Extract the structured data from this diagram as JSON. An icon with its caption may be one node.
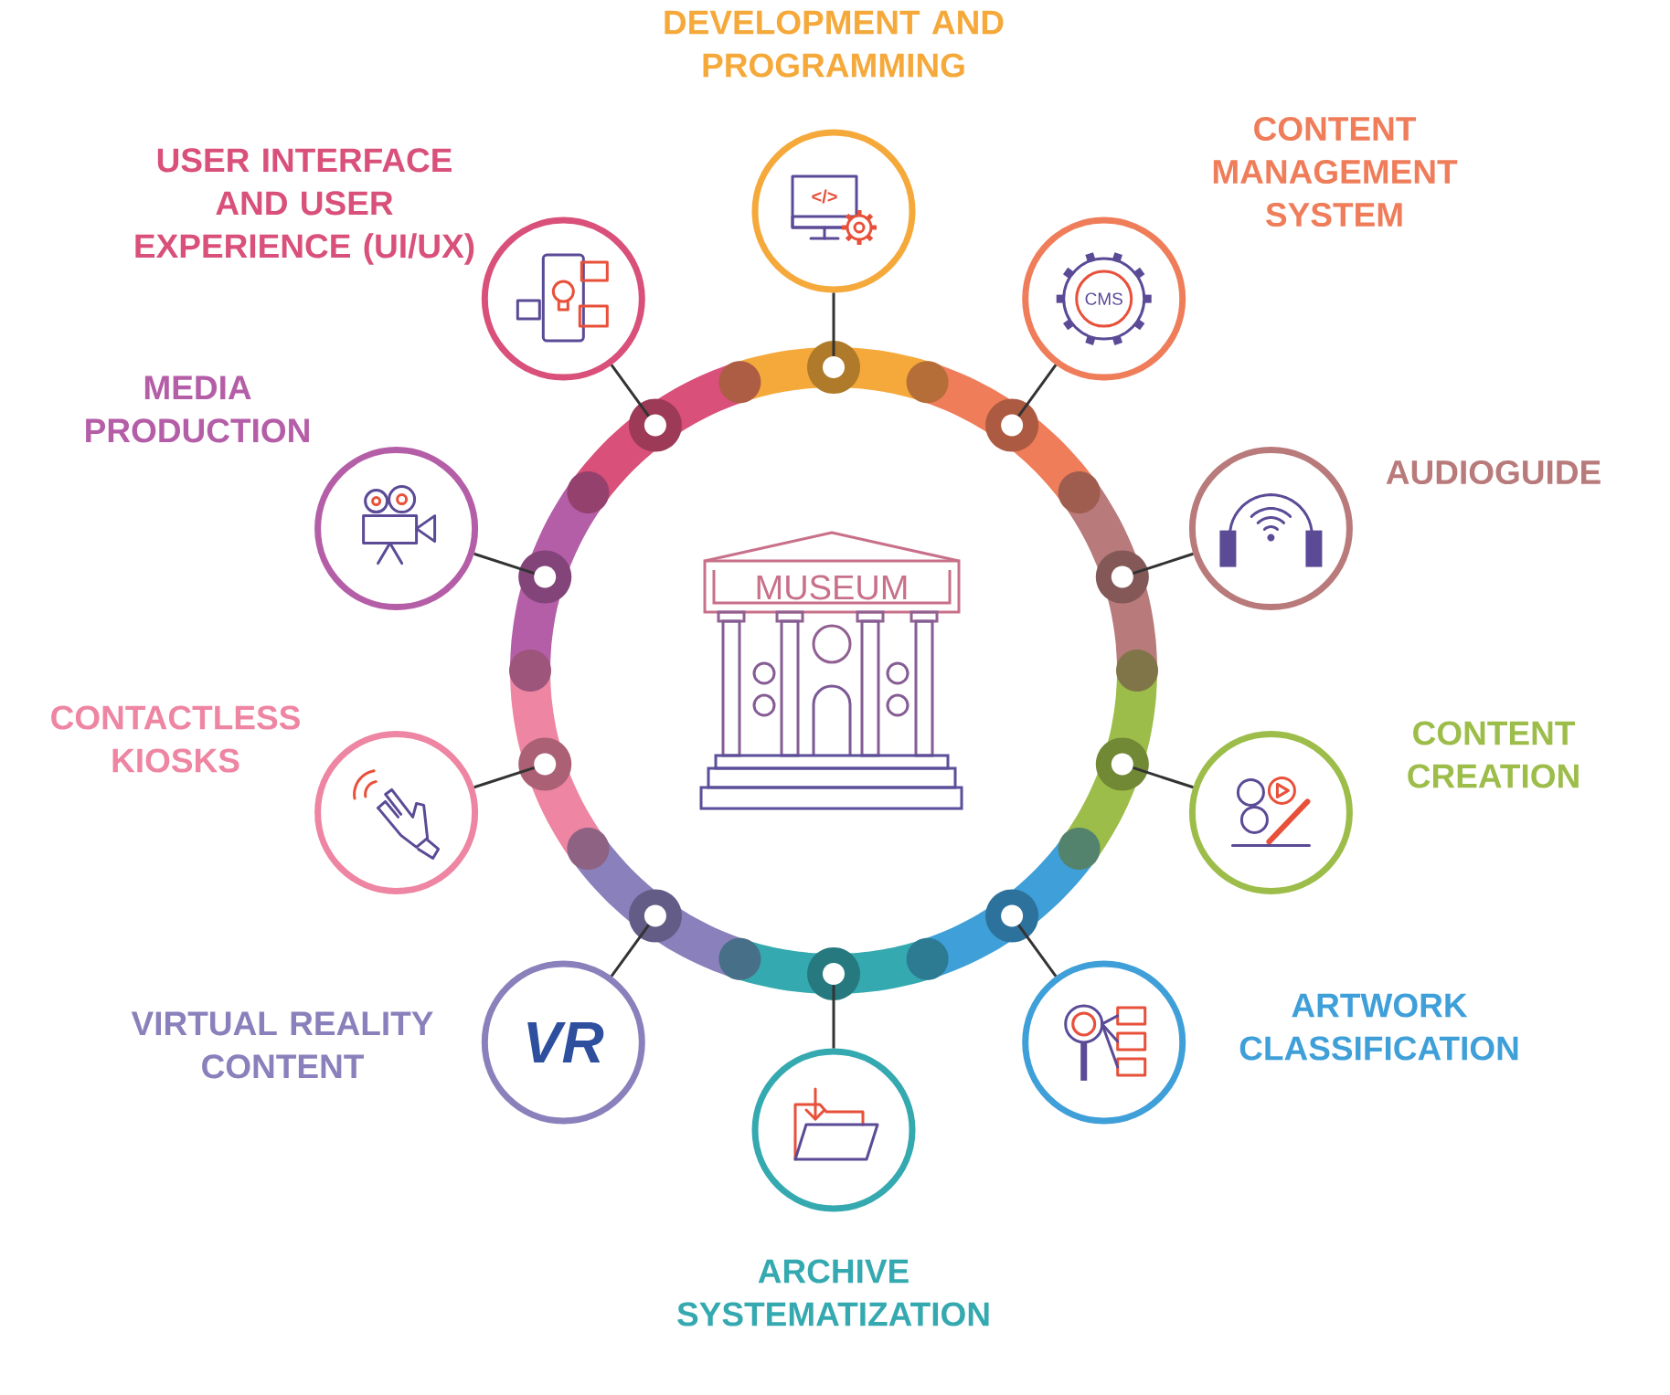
{
  "diagram": {
    "nodes": [
      {
        "text": [
          "MUSEUM"
        ]
      },
      {
        "text": [
          "DEVELOPMENT AND PROGRAMMING",
          "</>"
        ]
      },
      {
        "text": [
          "CONTENT MANAGEMENT SYSTEM",
          "CMS"
        ]
      },
      {
        "text": [
          "AUDIOGUIDE"
        ]
      },
      {
        "text": [
          "CONTENT CREATION"
        ]
      },
      {
        "text": [
          "ARTWORK CLASSIFICATION"
        ]
      },
      {
        "text": [
          "ARCHIVE SYSTEMATIZATION"
        ]
      },
      {
        "text": [
          "VIRTUAL REALITY CONTENT",
          "VR"
        ]
      },
      {
        "text": [
          "CONTACTLESS KIOSKS"
        ]
      },
      {
        "text": [
          "MEDIA PRODUCTION"
        ]
      },
      {
        "text": [
          "USER INTERFACE AND USER EXPERIENCE (UI/UX)"
        ]
      },
      {
        "text": [],
        "shape": "circle"
      },
      {
        "text": [],
        "shape": "circle"
      },
      {
        "text": [],
        "shape": "circle"
      },
      {
        "text": [],
        "shape": "circle"
      },
      {
        "text": [],
        "shape": "circle"
      },
      {
        "text": [],
        "shape": "circle"
      },
      {
        "text": [],
        "shape": "circle"
      },
      {
        "text": [],
        "shape": "circle"
      },
      {
        "text": [],
        "shape": "circle"
      },
      {
        "text": [],
        "shape": "circle"
      }
    ],
    "edges": [
      {
        "from": 1,
        "to": 11,
        "arrow": "none"
      },
      {
        "from": 2,
        "to": 12,
        "arrow": "none"
      },
      {
        "from": 3,
        "to": 13,
        "arrow": "none"
      },
      {
        "from": 4,
        "to": 14,
        "arrow": "none"
      },
      {
        "from": 5,
        "to": 15,
        "arrow": "none"
      },
      {
        "from": 6,
        "to": 16,
        "arrow": "none"
      },
      {
        "from": 7,
        "to": 17,
        "arrow": "none"
      },
      {
        "from": 8,
        "to": 18,
        "arrow": "none"
      },
      {
        "from": 9,
        "to": 19,
        "arrow": "none"
      },
      {
        "from": 10,
        "to": 20,
        "arrow": "none"
      }
    ]
  }
}
